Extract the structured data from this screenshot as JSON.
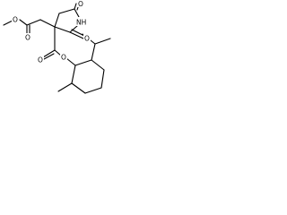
{
  "molecule": {
    "atoms": {
      "ester_o_methoxy": "O",
      "ester_o_carbonyl": "O",
      "imide_nh": "NH",
      "imide_o_top": "O",
      "imide_o_right": "O",
      "ester2_o_carbonyl": "O",
      "ester2_o_link": "O"
    }
  },
  "colors": {
    "bond": "#000000",
    "background": "#ffffff"
  }
}
